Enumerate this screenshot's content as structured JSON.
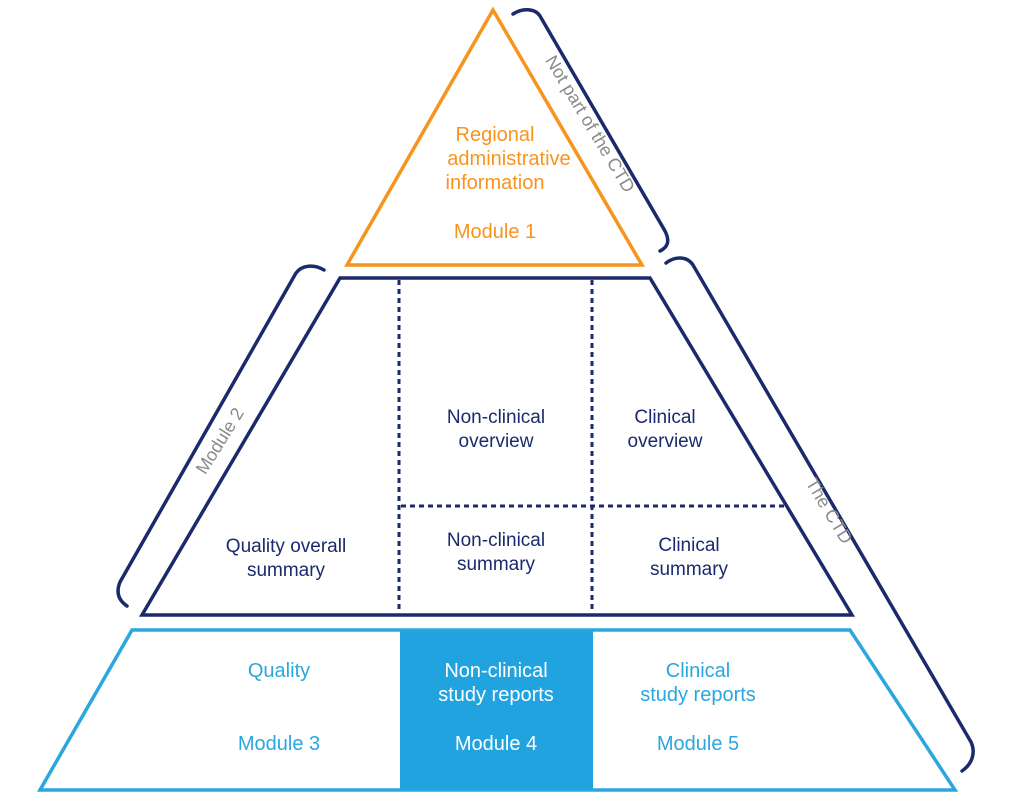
{
  "colors": {
    "orange": "#f7941d",
    "navy": "#1b2a6b",
    "light_blue": "#2ba6de",
    "highlight_fill": "#21a3df",
    "gray": "#8a8a8a",
    "white": "#ffffff"
  },
  "module1": {
    "title_lines": [
      "Regional",
      "administrative",
      "information"
    ],
    "label": "Module 1"
  },
  "module2": {
    "quality_overall_summary": [
      "Quality overall",
      "summary"
    ],
    "nonclinical_overview": [
      "Non-clinical",
      "overview"
    ],
    "clinical_overview": [
      "Clinical",
      "overview"
    ],
    "nonclinical_summary": [
      "Non-clinical",
      "summary"
    ],
    "clinical_summary": [
      "Clinical",
      "summary"
    ]
  },
  "bottom": {
    "quality": {
      "title": "Quality",
      "label": "Module 3"
    },
    "nonclinical": {
      "title_lines": [
        "Non-clinical",
        "study reports"
      ],
      "label": "Module 4"
    },
    "clinical": {
      "title_lines": [
        "Clinical",
        "study reports"
      ],
      "label": "Module 5"
    }
  },
  "brackets": {
    "not_part": "Not part of the CTD",
    "module2": "Module 2",
    "the_ctd": "The CTD"
  }
}
